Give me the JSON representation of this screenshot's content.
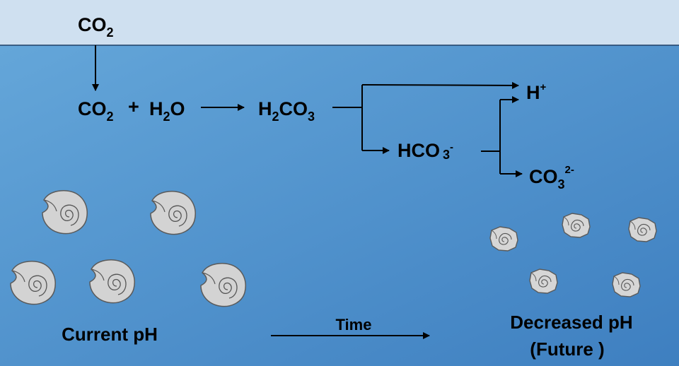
{
  "diagram": {
    "colors": {
      "sky": "#cfe0f0",
      "ocean_light": "#64a6d9",
      "ocean_dark": "#3e7fc0",
      "shell_fill": "#d3d3d3",
      "shell_stroke": "#5a5a5a",
      "ink": "#000000"
    },
    "atmosphere": {
      "co2": {
        "base": "CO",
        "sub": "2"
      }
    },
    "equation": {
      "reactant1": {
        "base": "CO",
        "sub": "2"
      },
      "plus": "+",
      "reactant2": {
        "base1": "H",
        "sub": "2",
        "base2": "O"
      },
      "product": {
        "base1": "H",
        "sub1": "2",
        "base2": "CO",
        "sub2": "3"
      }
    },
    "dissociation": {
      "h_ion": {
        "base": "H",
        "sup": "+"
      },
      "bicarbonate": {
        "base": "HCO",
        "sub": "3",
        "sup": "-"
      },
      "carbonate": {
        "base": "CO",
        "sub": "3",
        "sup": "2-"
      }
    },
    "labels": {
      "current": "Current pH",
      "time": "Time",
      "future_line1": "Decreased pH",
      "future_line2": "(Future )"
    },
    "icons": {
      "healthy_shell": "spiral-shell-icon",
      "dissolving_shell": "dissolving-shell-icon"
    }
  }
}
